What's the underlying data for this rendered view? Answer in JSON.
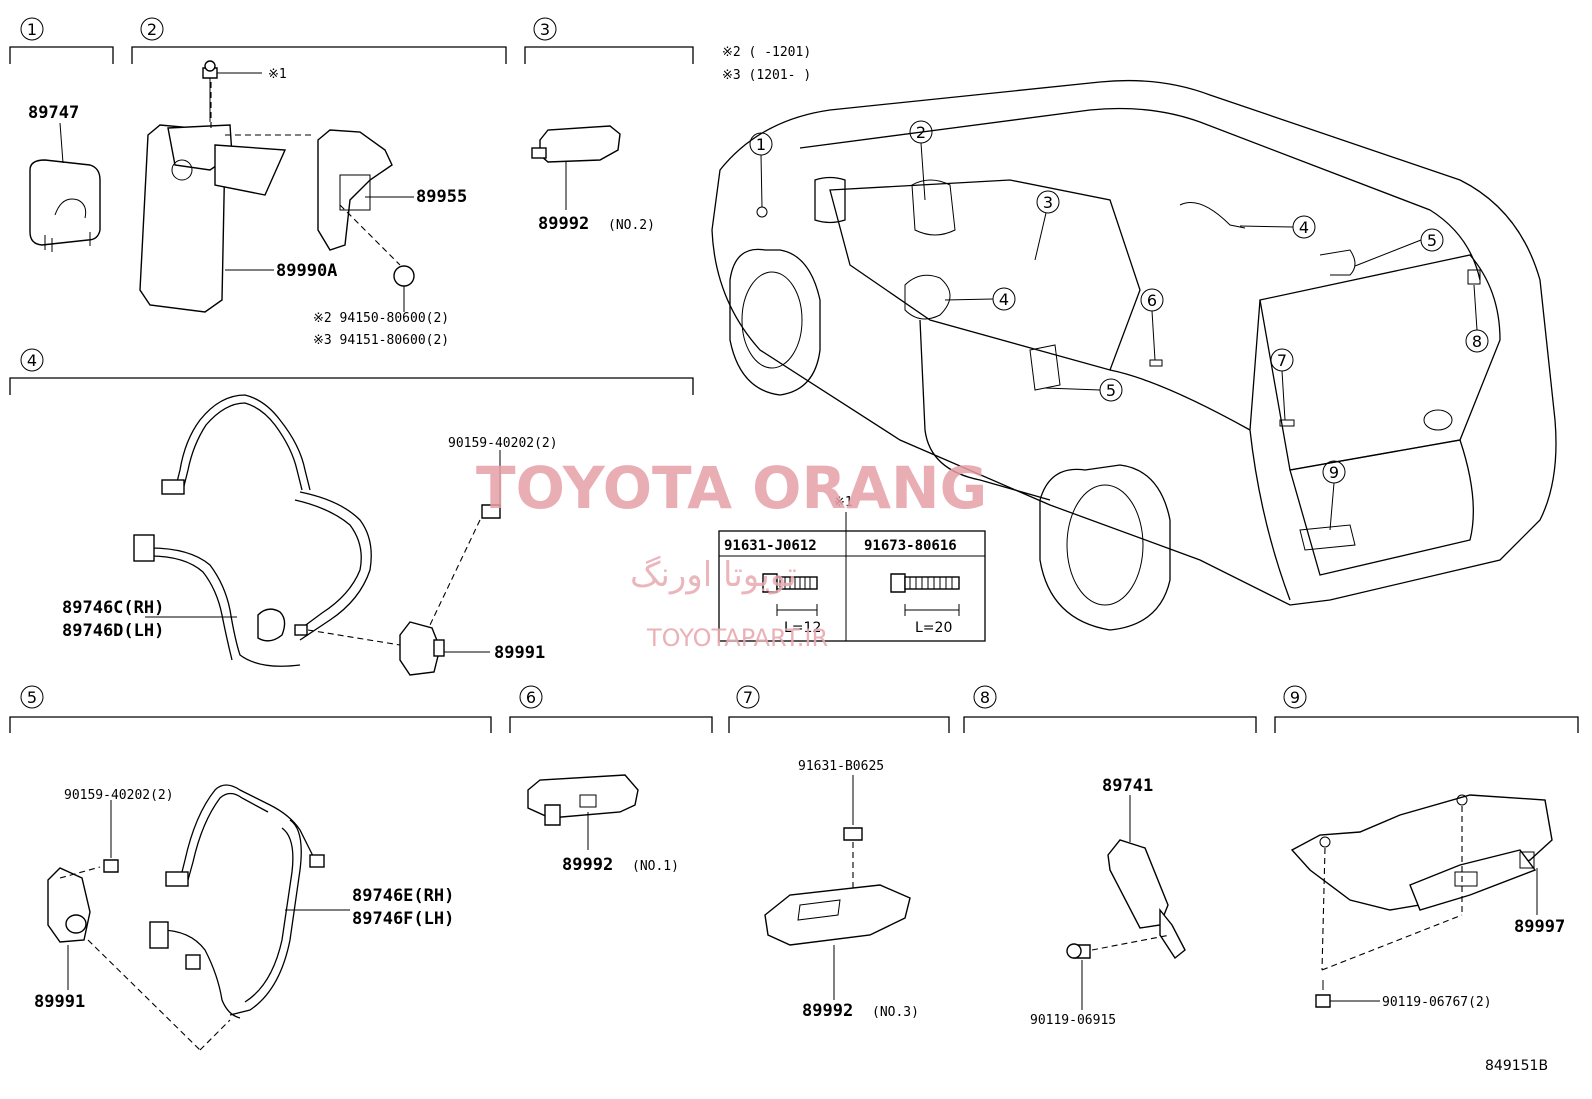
{
  "sections": [
    "1",
    "2",
    "3",
    "4",
    "5",
    "6",
    "7",
    "8",
    "9"
  ],
  "notes": {
    "n2": "※2 (    -1201)",
    "n3": "※3 (1201-    )",
    "ref1": "※1"
  },
  "parts": {
    "p89747": "89747",
    "p89955": "89955",
    "p89990A": "89990A",
    "p94150": "※2 94150-80600(2)",
    "p94151": "※3 94151-80600(2)",
    "p89992_2": "89992",
    "p89992_2_note": "(NO.2)",
    "p90159_a": "90159-40202(2)",
    "p89746C": "89746C(RH)",
    "p89746D": "89746D(LH)",
    "p89991_a": "89991",
    "p90159_b": "90159-40202(2)",
    "p89746E": "89746E(RH)",
    "p89746F": "89746F(LH)",
    "p89991_b": "89991",
    "p89992_1": "89992",
    "p89992_1_note": "(NO.1)",
    "p91631_B": "91631-B0625",
    "p89992_3": "89992",
    "p89992_3_note": "(NO.3)",
    "p89741": "89741",
    "p90119_a": "90119-06915",
    "p89997": "89997",
    "p90119_b": "90119-06767(2)"
  },
  "bolt_table": {
    "col1_header": "91631-J0612",
    "col2_header": "91673-80616",
    "col1_len": "L=12",
    "col2_len": "L=20"
  },
  "watermark": {
    "line1": "TOYOTA ORANG",
    "line2": "تویوتا اورنگ",
    "line3": "TOYOTAPART.IR"
  },
  "diagram_id": "849151B"
}
